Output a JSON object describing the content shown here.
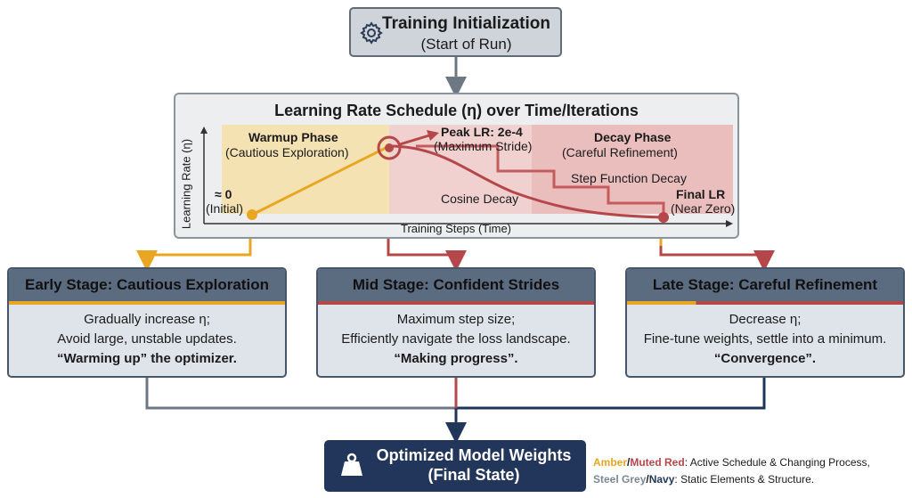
{
  "init": {
    "title": "Training Initialization",
    "subtitle": "(Start of Run)",
    "icon": "gear-icon"
  },
  "schedule": {
    "title": "Learning Rate Schedule (η) over Time/Iterations",
    "y_axis_label": "Learning Rate (η)",
    "x_axis_label": "Training Steps (Time)",
    "initial_value": "≈ 0",
    "initial_label": "(Initial)",
    "warmup_title": "Warmup Phase",
    "warmup_sub": "(Cautious Exploration)",
    "peak_title": "Peak LR: 2e-4",
    "peak_sub": "(Maximum Stride)",
    "decay_title": "Decay Phase",
    "decay_sub": "(Careful Refinement)",
    "step_label": "Step Function Decay",
    "cosine_label": "Cosine Decay",
    "final_title": "Final LR",
    "final_sub": "(Near Zero)"
  },
  "stages": [
    {
      "title": "Early Stage: Cautious Exploration",
      "lines": [
        "Gradually increase η;",
        "Avoid large, unstable updates."
      ],
      "emphasis": "“Warming up” the optimizer."
    },
    {
      "title": "Mid Stage: Confident Strides",
      "lines": [
        "Maximum step size;",
        "Efficiently navigate the loss landscape."
      ],
      "emphasis": "“Making progress”."
    },
    {
      "title": "Late Stage: Careful Refinement",
      "lines": [
        "Decrease η;",
        "Fine-tune weights, settle into a minimum."
      ],
      "emphasis": "“Convergence”."
    }
  ],
  "final": {
    "title": "Optimized Model Weights",
    "subtitle": "(Final State)",
    "icon": "weight-icon"
  },
  "legend": {
    "amber": "Amber",
    "slash": "/",
    "muted_red": "Muted Red",
    "line1_rest": ": Active Schedule & Changing Process,",
    "steel_grey": "Steel Grey",
    "navy": "Navy",
    "line2_rest": ": Static Elements & Structure."
  },
  "colors": {
    "amber": "#e8a623",
    "muted_red": "#b5474a",
    "steel_grey": "#7b8794",
    "navy": "#1f3559"
  }
}
